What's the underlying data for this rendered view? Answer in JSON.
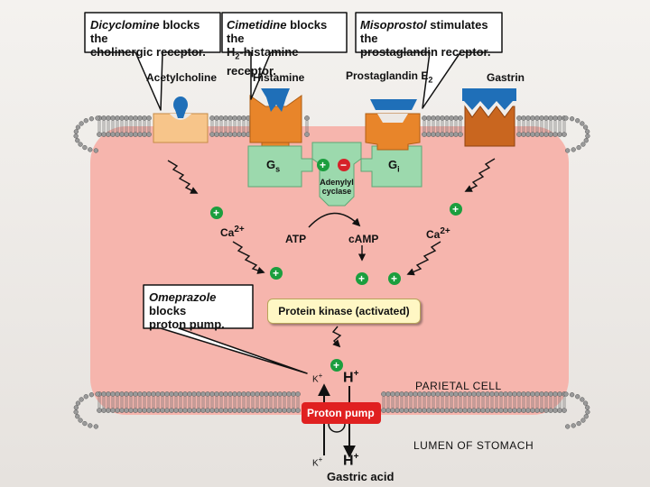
{
  "callouts": {
    "dicyclomine": {
      "drug": "Dicyclomine",
      "line1_rest": " blocks the",
      "line2": "cholinergic receptor."
    },
    "cimetidine": {
      "drug": "Cimetidine",
      "line1_rest": " blocks the",
      "line2_pre": "H",
      "line2_sub": "2",
      "line2_rest": "-histamine receptor."
    },
    "misoprostol": {
      "drug": "Misoprostol",
      "line1_rest": " stimulates the",
      "line2": "prostaglandin receptor."
    },
    "omeprazole": {
      "drug": "Omeprazole",
      "line1_rest": " blocks",
      "line2": "proton pump."
    }
  },
  "molecules": {
    "acetylcholine": "Acetylcholine",
    "histamine": "Histamine",
    "prostaglandin": "Prostaglandin E",
    "prostaglandin_sub": "2",
    "gastrin": "Gastrin"
  },
  "gproteins": {
    "gs": "G",
    "gs_sub": "s",
    "gi": "G",
    "gi_sub": "i"
  },
  "enzymes": {
    "adenylyl_line1": "Adenylyl",
    "adenylyl_line2": "cyclase"
  },
  "signals": {
    "plus": "+",
    "minus": "−",
    "atp": "ATP",
    "camp": "cAMP",
    "ca": "Ca",
    "ca_charge": "2+"
  },
  "protein_kinase": "Protein kinase (activated)",
  "pump": {
    "label": "Proton pump",
    "k": "K",
    "k_charge": "+",
    "h": "H",
    "h_charge": "+"
  },
  "regions": {
    "parietal_cell": "PARIETAL CELL",
    "lumen": "LUMEN OF STOMACH",
    "gastric_acid": "Gastric acid"
  },
  "colors": {
    "cytoplasm": "#f6b5ad",
    "outer": "#ece8e4",
    "membrane_head": "#9a9a9a",
    "receptor_orange": "#e8852a",
    "receptor_tan": "#f7c58a",
    "gastrin_receptor": "#c9661f",
    "ligand_blue": "#1f6fb8",
    "gprotein": "#9cd9ad",
    "plus_green": "#1b9e3e",
    "minus_red": "#d62229",
    "pump_red": "#e02020",
    "pk_fill": "#fff7c4"
  }
}
